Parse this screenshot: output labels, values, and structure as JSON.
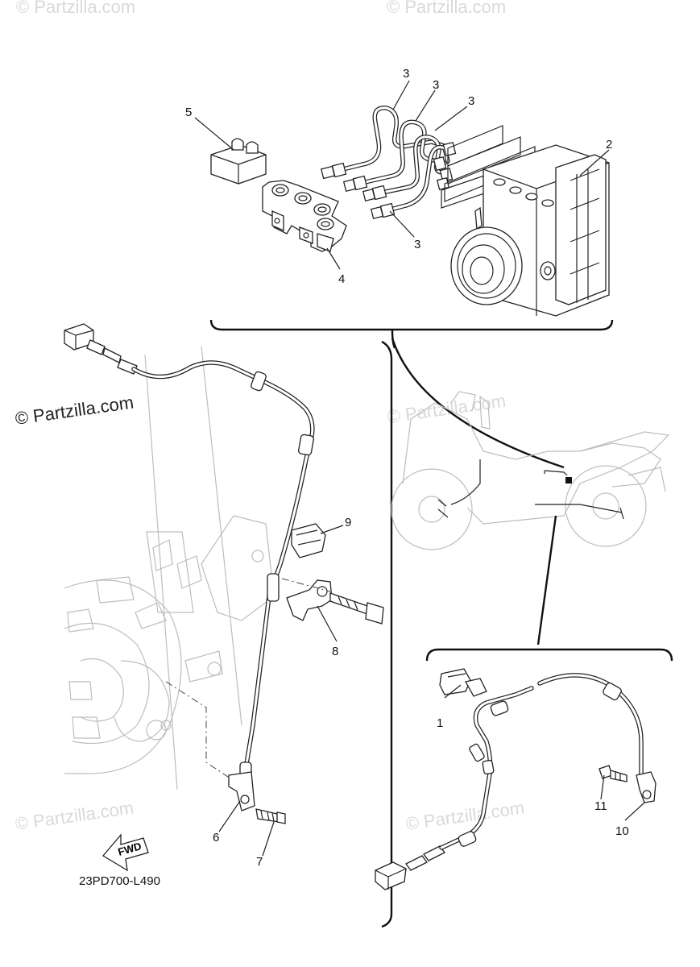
{
  "diagram": {
    "code": "23PD700-L490",
    "fwd_label": "FWD",
    "watermarks": {
      "main": "© Partzilla.com",
      "faint": "© Partzilla.com"
    },
    "callouts": [
      {
        "id": "c1",
        "text": "1"
      },
      {
        "id": "c2",
        "text": "2"
      },
      {
        "id": "c3a",
        "text": "3"
      },
      {
        "id": "c3b",
        "text": "3"
      },
      {
        "id": "c3c",
        "text": "3"
      },
      {
        "id": "c3d",
        "text": "3"
      },
      {
        "id": "c4",
        "text": "4"
      },
      {
        "id": "c5",
        "text": "5"
      },
      {
        "id": "c6",
        "text": "6"
      },
      {
        "id": "c7",
        "text": "7"
      },
      {
        "id": "c8",
        "text": "8"
      },
      {
        "id": "c9",
        "text": "9"
      },
      {
        "id": "c10",
        "text": "10"
      },
      {
        "id": "c11",
        "text": "11"
      }
    ]
  }
}
